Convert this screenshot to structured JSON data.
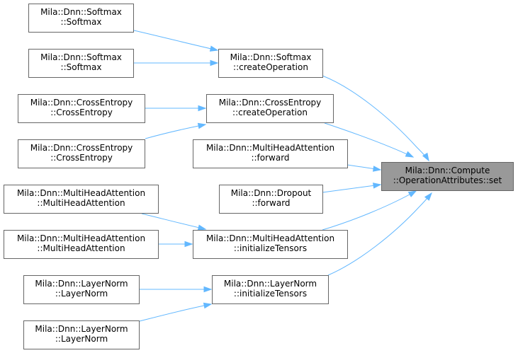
{
  "nodes": {
    "target": [
      "Mila::Dnn::Compute",
      "::OperationAttributes::set"
    ],
    "softmax_ctor_1": [
      "Mila::Dnn::Softmax",
      "::Softmax"
    ],
    "softmax_ctor_2": [
      "Mila::Dnn::Softmax",
      "::Softmax"
    ],
    "softmax_create": [
      "Mila::Dnn::Softmax",
      "::createOperation"
    ],
    "ce_ctor_1": [
      "Mila::Dnn::CrossEntropy",
      "::CrossEntropy"
    ],
    "ce_ctor_2": [
      "Mila::Dnn::CrossEntropy",
      "::CrossEntropy"
    ],
    "ce_create": [
      "Mila::Dnn::CrossEntropy",
      "::createOperation"
    ],
    "mha_forward": [
      "Mila::Dnn::MultiHeadAttention",
      "::forward"
    ],
    "dropout_forward": [
      "Mila::Dnn::Dropout",
      "::forward"
    ],
    "mha_ctor_1": [
      "Mila::Dnn::MultiHeadAttention",
      "::MultiHeadAttention"
    ],
    "mha_ctor_2": [
      "Mila::Dnn::MultiHeadAttention",
      "::MultiHeadAttention"
    ],
    "mha_init": [
      "Mila::Dnn::MultiHeadAttention",
      "::initializeTensors"
    ],
    "ln_ctor_1": [
      "Mila::Dnn::LayerNorm",
      "::LayerNorm"
    ],
    "ln_ctor_2": [
      "Mila::Dnn::LayerNorm",
      "::LayerNorm"
    ],
    "ln_init": [
      "Mila::Dnn::LayerNorm",
      "::initializeTensors"
    ]
  },
  "edges": [
    [
      "softmax_ctor_1",
      "softmax_create"
    ],
    [
      "softmax_ctor_2",
      "softmax_create"
    ],
    [
      "ce_ctor_1",
      "ce_create"
    ],
    [
      "ce_ctor_2",
      "ce_create"
    ],
    [
      "mha_ctor_1",
      "mha_init"
    ],
    [
      "mha_ctor_2",
      "mha_init"
    ],
    [
      "ln_ctor_1",
      "ln_init"
    ],
    [
      "ln_ctor_2",
      "ln_init"
    ],
    [
      "softmax_create",
      "target"
    ],
    [
      "ce_create",
      "target"
    ],
    [
      "mha_forward",
      "target"
    ],
    [
      "dropout_forward",
      "target"
    ],
    [
      "mha_init",
      "target"
    ],
    [
      "ln_init",
      "target"
    ]
  ],
  "colors": {
    "edge": "#63b8ff",
    "node_border": "#666666",
    "focus_fill": "#999999",
    "node_fill": "#ffffff"
  }
}
